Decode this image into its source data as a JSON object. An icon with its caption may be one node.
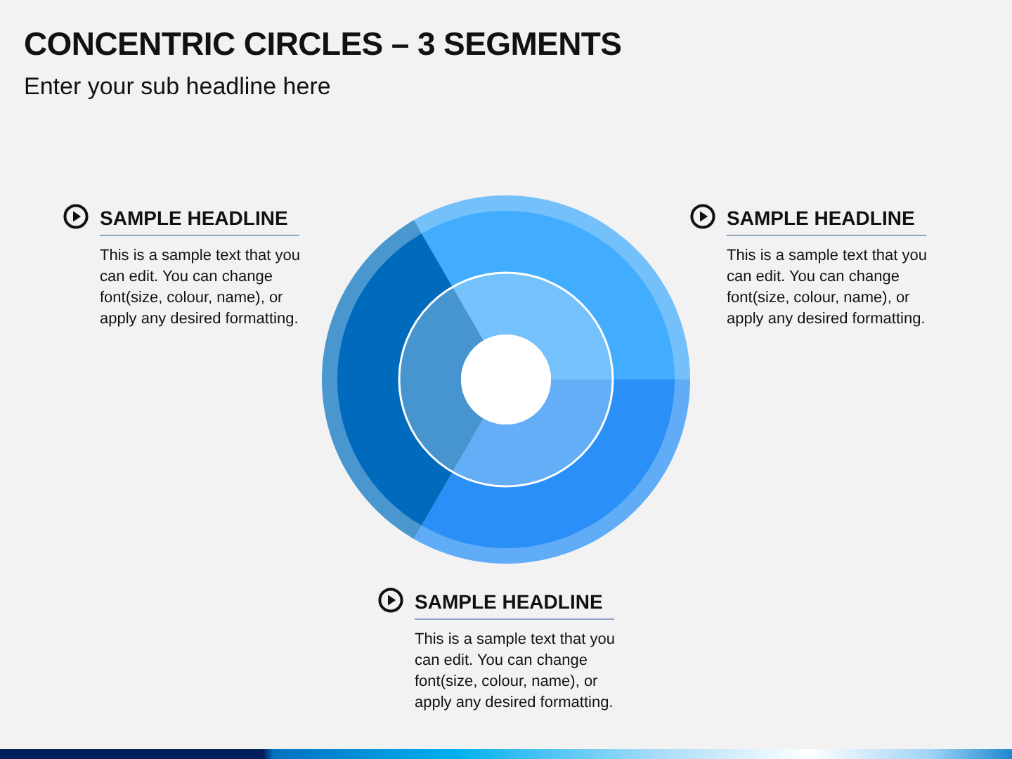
{
  "diagram": {
    "title": "CONCENTRIC CIRCLES – 3 SEGMENTS",
    "labels": [
      "Enter your sub headline here",
      "SAMPLE HEADLINE",
      "This is a sample text that you can edit. You can change font(size, colour, name), or apply any desired formatting.",
      "SAMPLE HEADLINE",
      "This is a sample text that you can edit. You can change font(size, colour, name), or apply any desired formatting.",
      "SAMPLE HEADLINE",
      "This is a sample text that you can edit. You can change font(size, colour, name), or apply any desired formatting."
    ]
  }
}
